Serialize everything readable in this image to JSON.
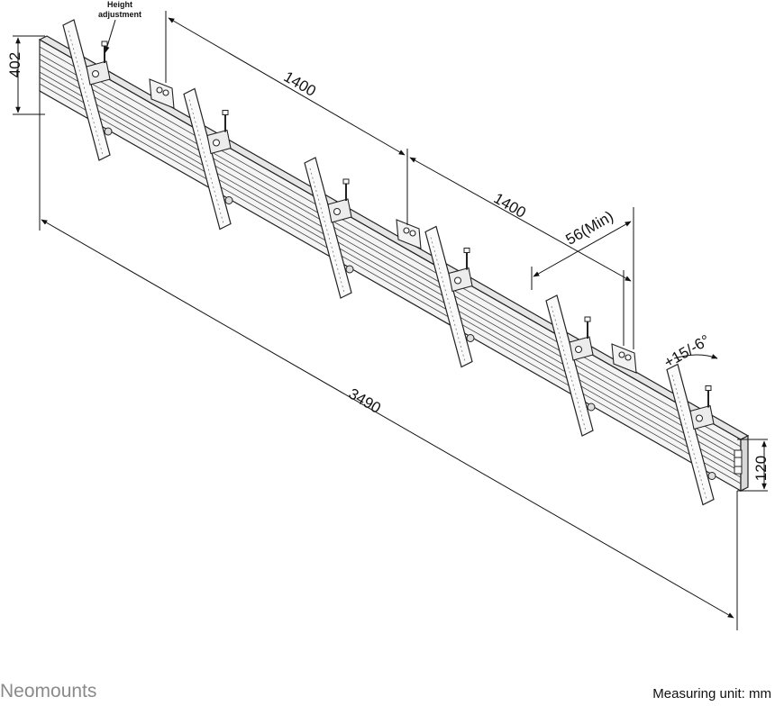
{
  "diagram": {
    "callout": {
      "line1": "Height",
      "line2": "adjustment"
    },
    "dimensions": {
      "height": "402",
      "spacing_a": "1400",
      "spacing_b": "1400",
      "min_gap": "56(Min)",
      "tilt": "+15/-6°",
      "length": "3490",
      "rail": "120"
    },
    "mount_count": 6
  },
  "footer": {
    "brand": "Neomounts",
    "unit": "Measuring unit: mm"
  }
}
